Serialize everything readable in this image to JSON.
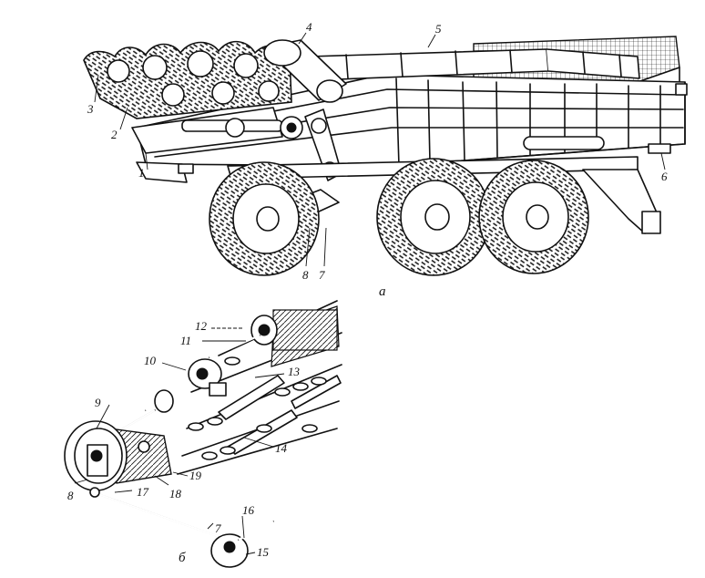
{
  "figure_a": {
    "caption": "а",
    "labels": [
      "1",
      "2",
      "3",
      "4",
      "5",
      "6",
      "7",
      "8"
    ]
  },
  "figure_b": {
    "caption": "б",
    "labels": [
      "7",
      "8",
      "9",
      "10",
      "11",
      "12",
      "13",
      "14",
      "15",
      "16",
      "17",
      "18",
      "19"
    ]
  }
}
